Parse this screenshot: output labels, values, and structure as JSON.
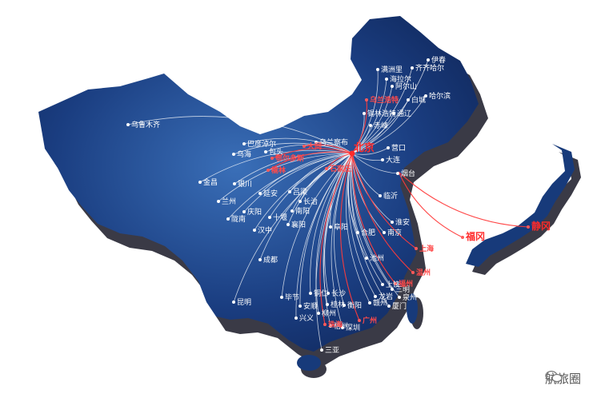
{
  "hub": {
    "name": "北京"
  },
  "watermark": {
    "text": "航旅圈",
    "icon": "wechat-icon"
  },
  "colors": {
    "land": "#173a7a",
    "land_light": "#2e5fa8",
    "shadow": "#2a2a3a",
    "route": "#ffffff",
    "route_red": "#ff3b3b",
    "hub": "#ff2a2a"
  },
  "cities_white": [
    "乌鲁木齐",
    "巴彦淖尔",
    "乌海",
    "包头",
    "乌兰察布",
    "伊春",
    "满洲里",
    "齐齐哈尔",
    "海拉尔",
    "阿尔山",
    "白城",
    "哈尔滨",
    "锡林浩特",
    "赤峰",
    "通辽",
    "营口",
    "大连",
    "银川",
    "金昌",
    "兰州",
    "延安",
    "吕梁",
    "长治",
    "南阳",
    "十堰",
    "襄阳",
    "汉中",
    "陇南",
    "庆阳",
    "阜阳",
    "合肥",
    "南京",
    "池州",
    "淮安",
    "烟台",
    "临沂",
    "成都",
    "昆明",
    "毕节",
    "安顺",
    "兴义",
    "铜仁",
    "长沙",
    "衡阳",
    "赣州",
    "龙岩",
    "厦门",
    "三明",
    "上饶",
    "泉州",
    "桂林",
    "柳州",
    "梧州",
    "深圳",
    "三亚"
  ],
  "cities_red": [
    "乌兰浩特",
    "鄂尔多斯",
    "大同",
    "榆林",
    "石家庄",
    "上海",
    "温州",
    "福州",
    "广州",
    "珠海"
  ],
  "japan_cities": [
    "福冈",
    "静冈"
  ]
}
